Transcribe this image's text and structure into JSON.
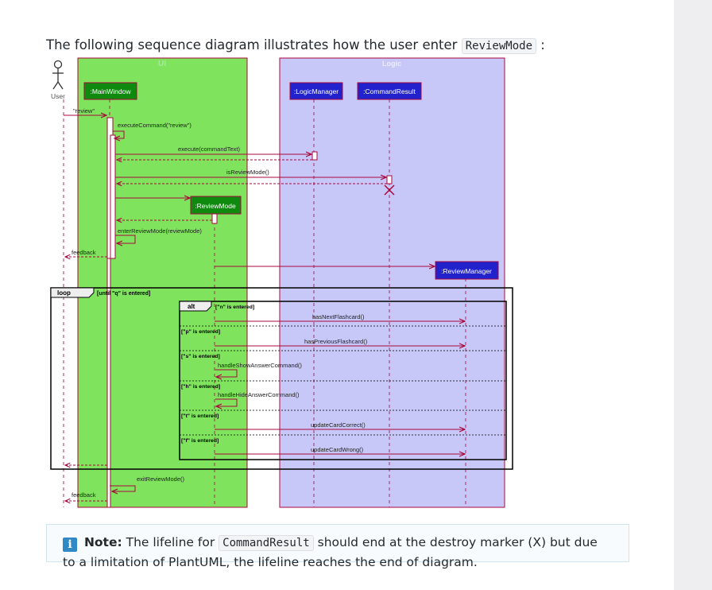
{
  "intro": {
    "text": "The following sequence diagram illustrates how the user enter",
    "code": "ReviewMode",
    "suffix": ":"
  },
  "diagram": {
    "boxes": {
      "ui": "UI",
      "logic": "Logic"
    },
    "participants": {
      "user": "User",
      "main_window": ":MainWindow",
      "logic_manager": ":LogicManager",
      "command_result": ":CommandResult",
      "review_mode": ":ReviewMode",
      "review_manager": ":ReviewManager"
    },
    "messages": {
      "review": "\"review\"",
      "execute_command": "executeCommand(\"review\")",
      "execute": "execute(commandText)",
      "is_review_mode": "isReviewMode()",
      "enter_review_mode": "enterReviewMode(reviewMode)",
      "feedback": "feedback",
      "has_next": "hasNextFlashcard()",
      "has_previous": "hasPreviousFlashcard()",
      "handle_show": "handleShowAnswerCommand()",
      "handle_hide": "handleHideAnswerCommand()",
      "update_correct": "updateCardCorrect()",
      "update_wrong": "updateCardWrong()",
      "exit_review_mode": "exitReviewMode()",
      "feedback_end": "feedback"
    },
    "fragments": {
      "loop_label": "loop",
      "loop_guard": "[until \"q\" is entered]",
      "alt_label": "alt",
      "guard_n": "[\"n\" is entered]",
      "guard_p": "[\"p\" is entered]",
      "guard_s": "[\"s\" is entered]",
      "guard_h": "[\"h\" is entered]",
      "guard_t": "[\"t\" is entered]",
      "guard_f": "[\"f\" is entered]"
    },
    "colors": {
      "ui_box": "#7fe35e",
      "logic_box": "#c8c8f8",
      "participant_green": "#0f8a0f",
      "participant_blue": "#2222cc",
      "arrow": "#a8083c"
    }
  },
  "note": {
    "label": "Note:",
    "text_before": "The lifeline for",
    "code": "CommandResult",
    "text_after": "should end at the destroy marker (X) but due to a limitation of PlantUML, the lifeline reaches the end of diagram.",
    "icon": "info-icon"
  }
}
